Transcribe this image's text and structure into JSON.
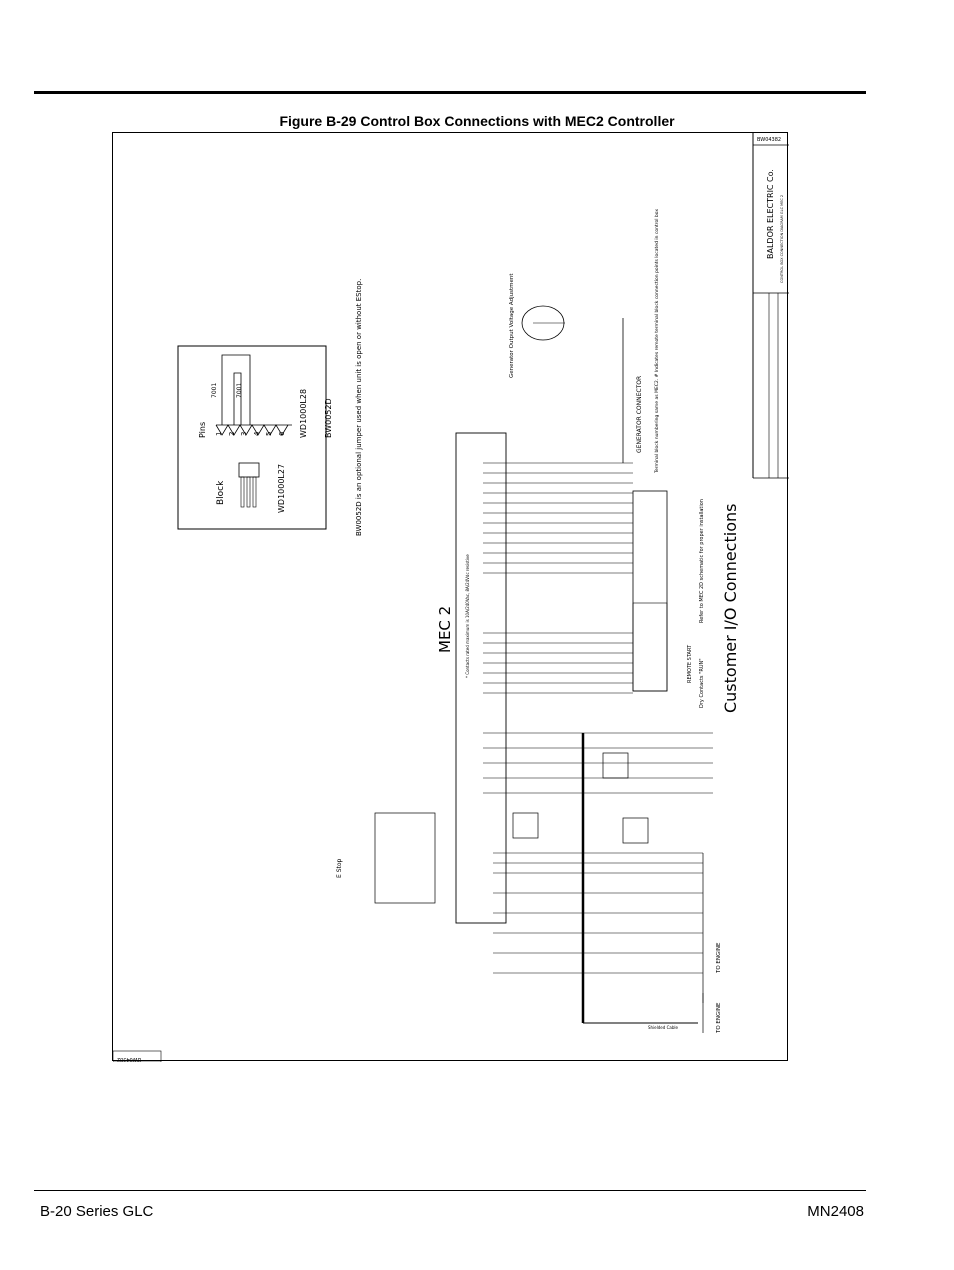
{
  "figure": {
    "title": "Figure B-29  Control Box Connections with MEC2 Controller"
  },
  "drawing": {
    "id_top": "BW04382",
    "id_bottom": "BW04382",
    "company": "BALDOR ELECTRIC Co.",
    "drawing_desc": "CONTROL BOX CONNECTION DIAGRAM GLC MEC 2",
    "controller_label": "MEC 2",
    "contacts_note": "* Contacts rated maximum is 10A/240Vac, 8A/24Vdc resistive",
    "customer_io": "Customer I/O Connections",
    "generator_connector": "GENERATOR CONNECTOR",
    "generator_output": "Generator Output Voltage Adjustment",
    "terminal_note": "Terminal block numbering same as MEC2. # Indicates remote terminal block connection points located in control box",
    "refer_note": "Refer to MEC 2D schematic for proper installation",
    "remote_start": "REMOTE START",
    "dry_contacts": "Dry Contacts \"RUN\"",
    "estop": "E Stop",
    "to_engine_1": "TO ENGINE",
    "to_engine_2": "TO ENGINE",
    "shielded_cable": "Shielded Cable",
    "inset": {
      "pins_label": "Pins",
      "block_label": "Block",
      "pin_numbers": [
        "1",
        "2",
        "3",
        "4",
        "5",
        "6"
      ],
      "wire_a": "7001",
      "wire_b": "7001",
      "part_a": "WD1000L27",
      "part_b": "WD1000L28",
      "part_c": "BW0052D",
      "note": "BW0052D is an optional jumper used when unit is open or without EStop."
    }
  },
  "footer": {
    "left": "B-20 Series GLC",
    "right": "MN2408"
  }
}
